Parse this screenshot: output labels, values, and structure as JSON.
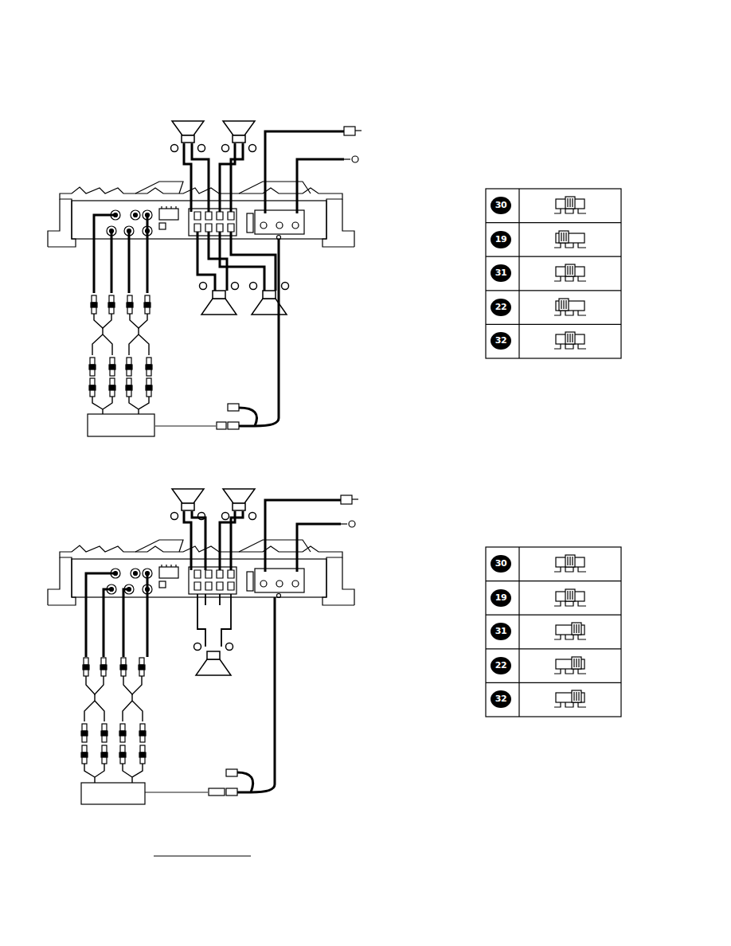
{
  "diagram": {
    "labels": [
      "30",
      "19",
      "31",
      "22",
      "32",
      "30",
      "19",
      "31",
      "22",
      "32"
    ]
  }
}
